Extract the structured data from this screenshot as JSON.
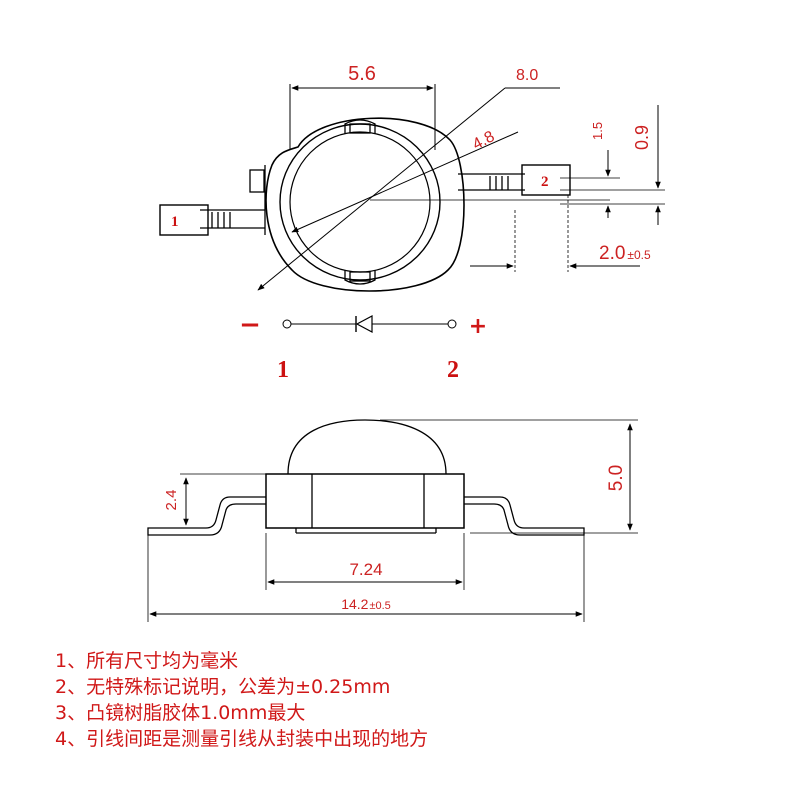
{
  "top_view": {
    "dims": {
      "lens_width": "5.6",
      "diameter": "8.0",
      "inner_diameter": "4.8",
      "tab_height": "1.5",
      "lead_height": "0.9",
      "lead_spacing": "2.0",
      "lead_spacing_tol": "±0.5"
    },
    "pad_labels": {
      "pad1": "1",
      "pad2": "2"
    }
  },
  "schematic": {
    "minus": "−",
    "plus": "+",
    "pin1": "1",
    "pin2": "2"
  },
  "side_view": {
    "dims": {
      "height": "5.0",
      "body_height": "2.4",
      "body_width": "7.24",
      "total_length": "14.2",
      "total_length_tol": "±0.5"
    }
  },
  "notes": [
    "1、所有尺寸均为毫米",
    "2、无特殊标记说明，公差为±0.25mm",
    "3、凸镜树脂胶体1.0mm最大",
    "4、引线间距是测量引线从封装中出现的地方"
  ],
  "colors": {
    "line": "#000000",
    "dimension_text": "#cc2222",
    "notes_text": "#d01818"
  }
}
